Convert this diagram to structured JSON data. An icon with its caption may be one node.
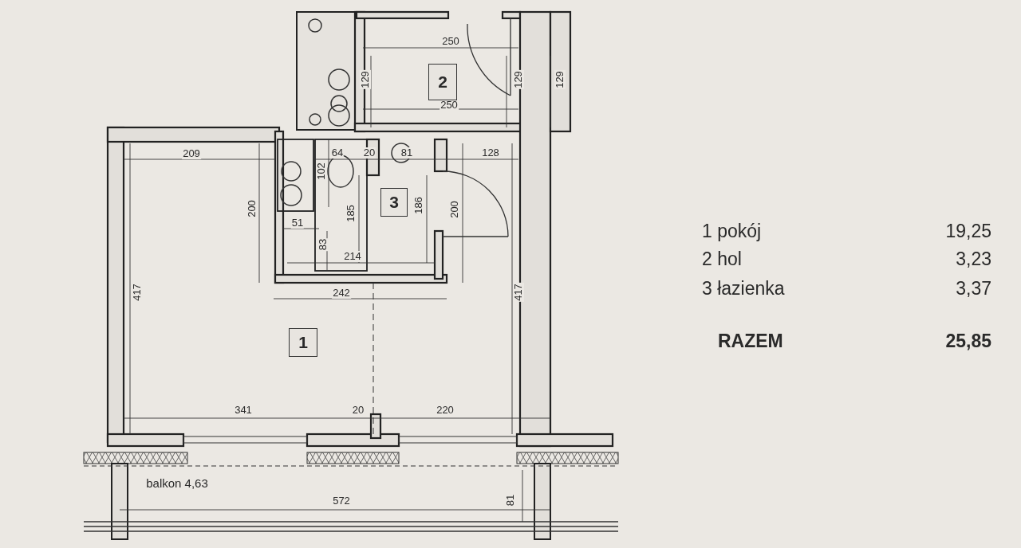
{
  "diagram": {
    "nodes": [
      {
        "text": [
          "1"
        ]
      },
      {
        "text": [
          "2"
        ]
      },
      {
        "text": [
          "3"
        ]
      }
    ],
    "labels": [
      "250",
      "129",
      "129",
      "129",
      "250",
      "209",
      "64",
      "20",
      "81",
      "128",
      "102",
      "200",
      "185",
      "186",
      "200",
      "51",
      "83",
      "214",
      "242",
      "417",
      "417",
      "341",
      "20",
      "220",
      "balkon 4,63",
      "572",
      "81",
      "1 pokój",
      "19,25",
      "2 hol",
      "3,23",
      "3 łazienka",
      "3,37",
      "RAZEM",
      "25,85"
    ]
  }
}
